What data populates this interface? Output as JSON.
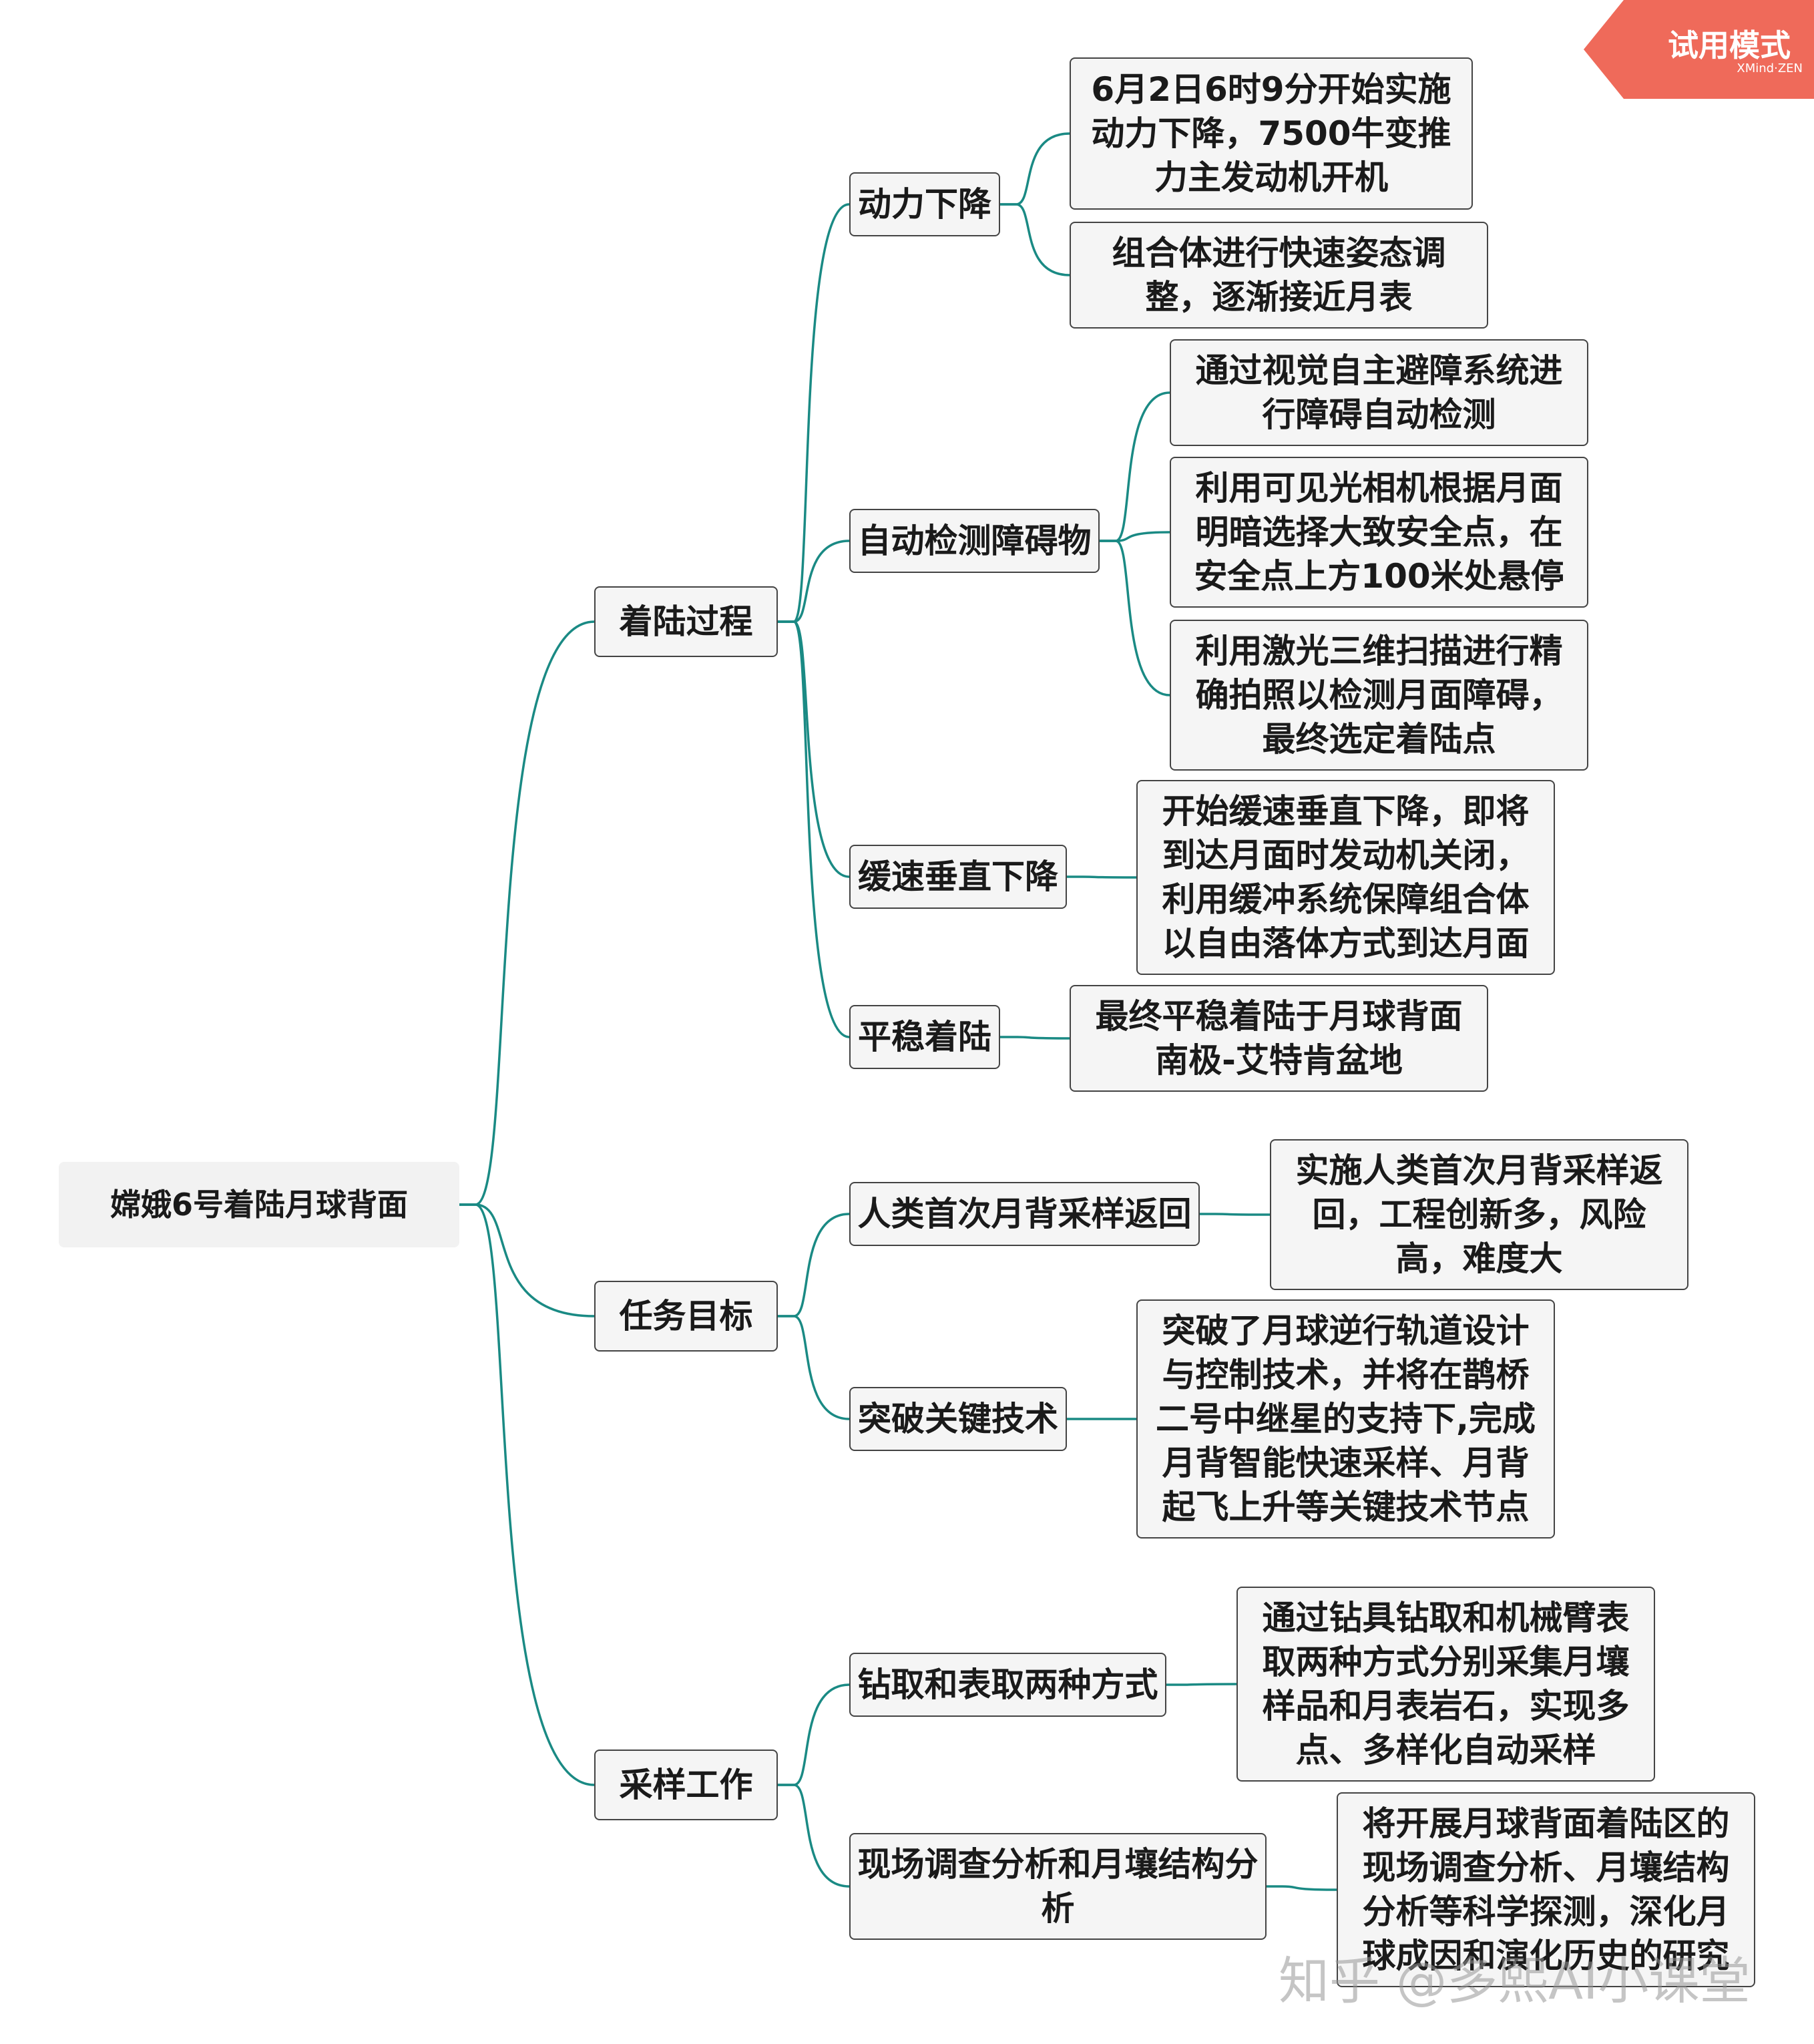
{
  "badge": {
    "title": "试用模式",
    "subtitle": "XMind·ZEN",
    "color": "#ef6a5a"
  },
  "link_color": "#1a8a84",
  "root": {
    "label": "嫦娥6号着陆月球背面"
  },
  "branches": [
    {
      "label": "着陆过程",
      "children": [
        {
          "label": "动力下降",
          "details": [
            "6月2日6时9分开始实施动力下降，7500牛变推力主发动机开机",
            "组合体进行快速姿态调整，逐渐接近月表"
          ]
        },
        {
          "label": "自动检测障碍物",
          "details": [
            "通过视觉自主避障系统进行障碍自动检测",
            "利用可见光相机根据月面明暗选择大致安全点，在安全点上方100米处悬停",
            "利用激光三维扫描进行精确拍照以检测月面障碍，最终选定着陆点"
          ]
        },
        {
          "label": "缓速垂直下降",
          "details": [
            "开始缓速垂直下降，即将到达月面时发动机关闭，利用缓冲系统保障组合体以自由落体方式到达月面"
          ]
        },
        {
          "label": "平稳着陆",
          "details": [
            "最终平稳着陆于月球背面南极-艾特肯盆地"
          ]
        }
      ]
    },
    {
      "label": "任务目标",
      "children": [
        {
          "label": "人类首次月背采样返回",
          "details": [
            "实施人类首次月背采样返回，工程创新多，风险高，难度大"
          ]
        },
        {
          "label": "突破关键技术",
          "details": [
            "突破了月球逆行轨道设计与控制技术，并将在鹊桥二号中继星的支持下,完成月背智能快速采样、月背起飞上升等关键技术节点"
          ]
        }
      ]
    },
    {
      "label": "采样工作",
      "children": [
        {
          "label": "钻取和表取两种方式",
          "details": [
            "通过钻具钻取和机械臂表取两种方式分别采集月壤样品和月表岩石，实现多点、多样化自动采样"
          ]
        },
        {
          "label": "现场调查分析和月壤结构分析",
          "details": [
            "将开展月球背面着陆区的现场调查分析、月壤结构分析等科学探测，深化月球成因和演化历史的研究"
          ]
        }
      ]
    }
  ],
  "watermark": "知乎 @多熙AI小课堂"
}
